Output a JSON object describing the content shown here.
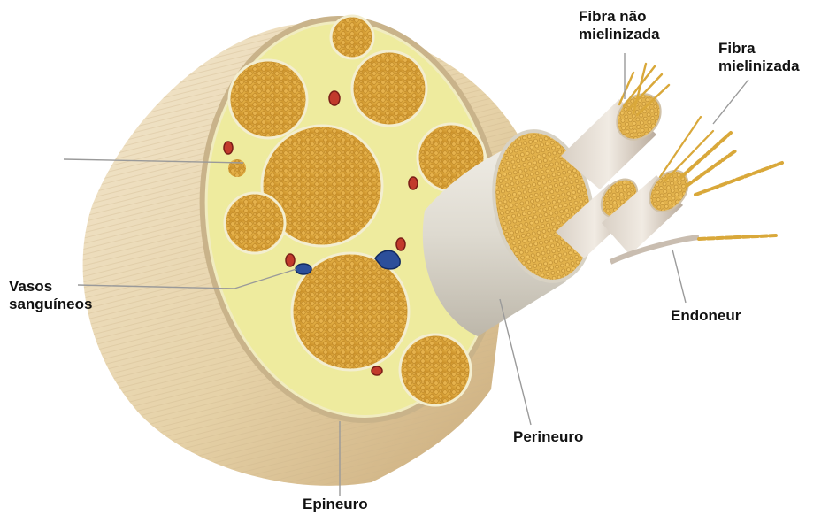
{
  "labels": {
    "fibra_nao_mielinizada": [
      "Fibra não",
      "mielinizada"
    ],
    "fibra_mielinizada": [
      "Fibra",
      "mielinizada"
    ],
    "vasos_sanguineos": [
      "Vasos",
      "sanguíneos"
    ],
    "endoneur": "Endoneur",
    "perineuro": "Perineuro",
    "epineuro": "Epineuro"
  }
}
